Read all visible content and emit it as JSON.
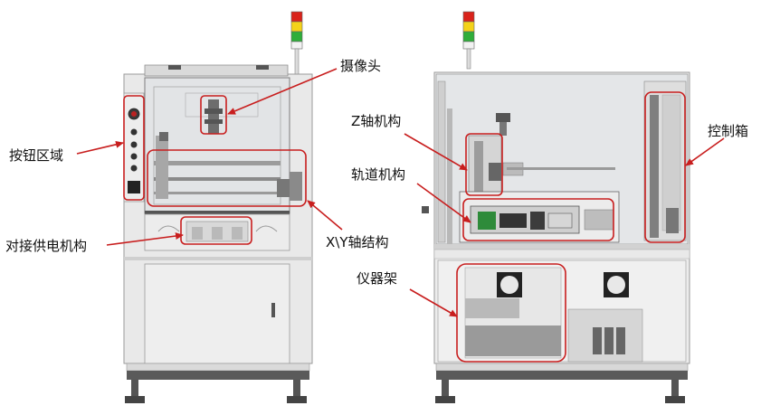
{
  "labels": {
    "camera": "摄像头",
    "button_area": "按钮区域",
    "docking_power": "对接供电机构",
    "xy_axis": "X\\Y轴结构",
    "z_axis": "Z轴机构",
    "track": "轨道机构",
    "control_box": "控制箱",
    "instrument_rack": "仪器架"
  },
  "colors": {
    "callout": "#c81e1e",
    "frame": "#e7e7e7",
    "outline": "#9a9a9a",
    "glass": "#e4e6e8",
    "light_red": "#d9231b",
    "light_yellow": "#f4d21a",
    "light_green": "#2fae3a"
  }
}
